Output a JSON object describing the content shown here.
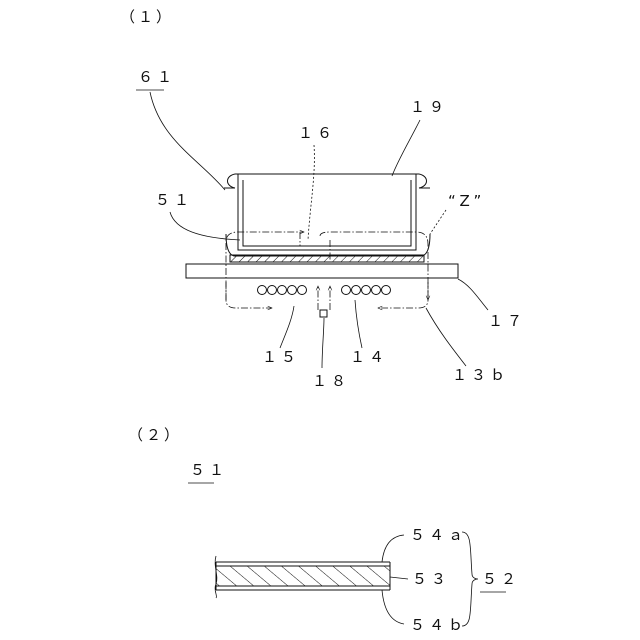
{
  "panels": {
    "top": "（１）",
    "bottom": "（２）"
  },
  "labels": {
    "n61": "６１",
    "n19": "１９",
    "n16": "１６",
    "n51_upper": "５１",
    "z": "“Z”",
    "n17": "１７",
    "n15": "１５",
    "n14": "１４",
    "n18": "１８",
    "n13b": "１３ｂ",
    "n51_lower": "５１",
    "n54a": "５４ａ",
    "n53": "５３",
    "n52": "５２",
    "n54b": "５４ｂ"
  }
}
